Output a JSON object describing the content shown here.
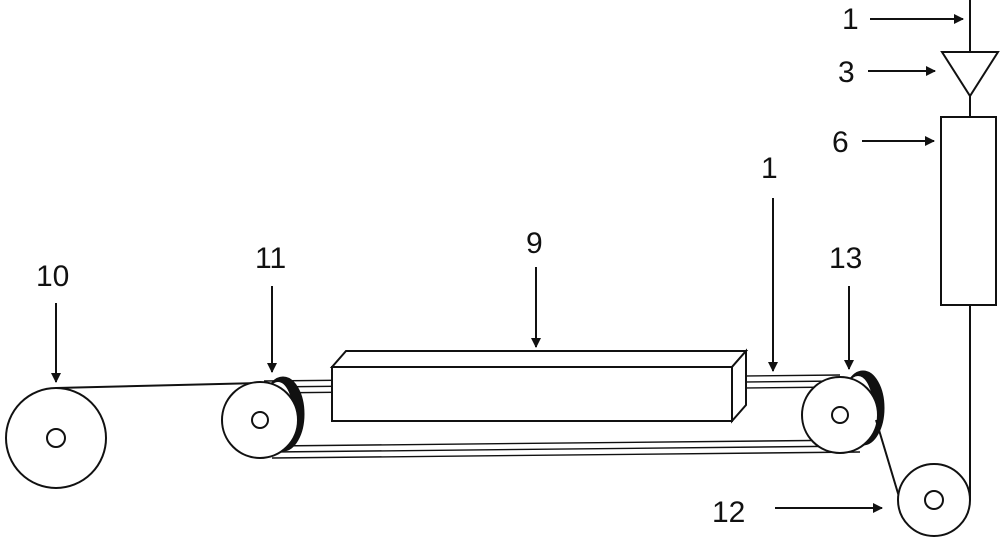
{
  "labels": {
    "l1_top": "1",
    "l3": "3",
    "l6": "6",
    "l1_mid": "1",
    "l9": "9",
    "l10": "10",
    "l11": "11",
    "l13": "13",
    "l12": "12"
  },
  "colors": {
    "ink": "#111111",
    "background": "#ffffff"
  }
}
